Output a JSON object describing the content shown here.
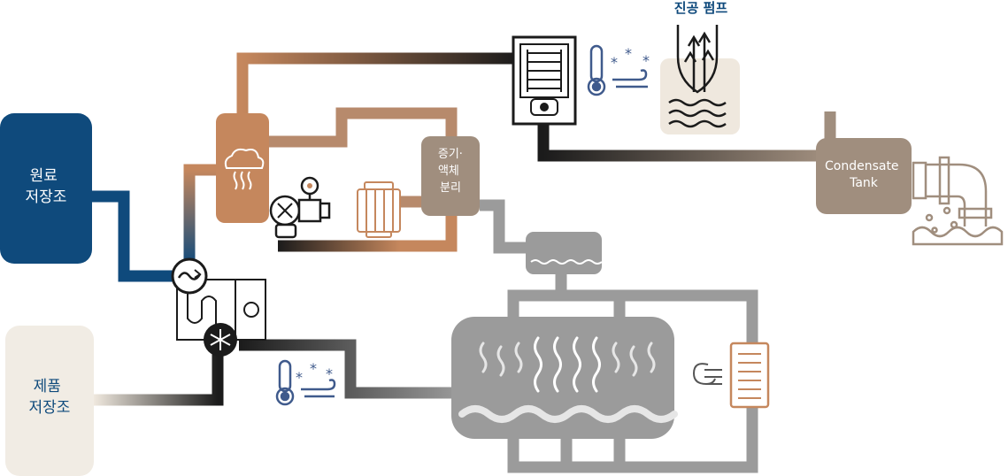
{
  "labels": {
    "raw_tank": [
      "원료",
      "저장조"
    ],
    "product_tank": [
      "제품",
      "저장조"
    ],
    "separator": [
      "증기·",
      "액체",
      "분리"
    ],
    "condensate": [
      "Condensate",
      "Tank"
    ],
    "vacuum_pump": "진공 펌프"
  },
  "icons": {
    "steam_cloud": "steam-cloud-icon",
    "heat_exchanger": "heat-exchanger-icon",
    "cooling": "snowflake-icon",
    "valve_pump": "pump-valve-icon",
    "cold_thermo": "cold-thermometer-icon",
    "vacuum": "vacuum-pump-icon",
    "drain_pipe": "drain-pipe-icon",
    "heater": "heater-icon"
  },
  "colors": {
    "navy": "#0f4a7c",
    "copper": "#c5875d",
    "taupe": "#a08e7e",
    "gray": "#9b9b9b",
    "black": "#1b1b1b",
    "cream": "#f1ece4",
    "blue_icon": "#3f5a8c"
  }
}
